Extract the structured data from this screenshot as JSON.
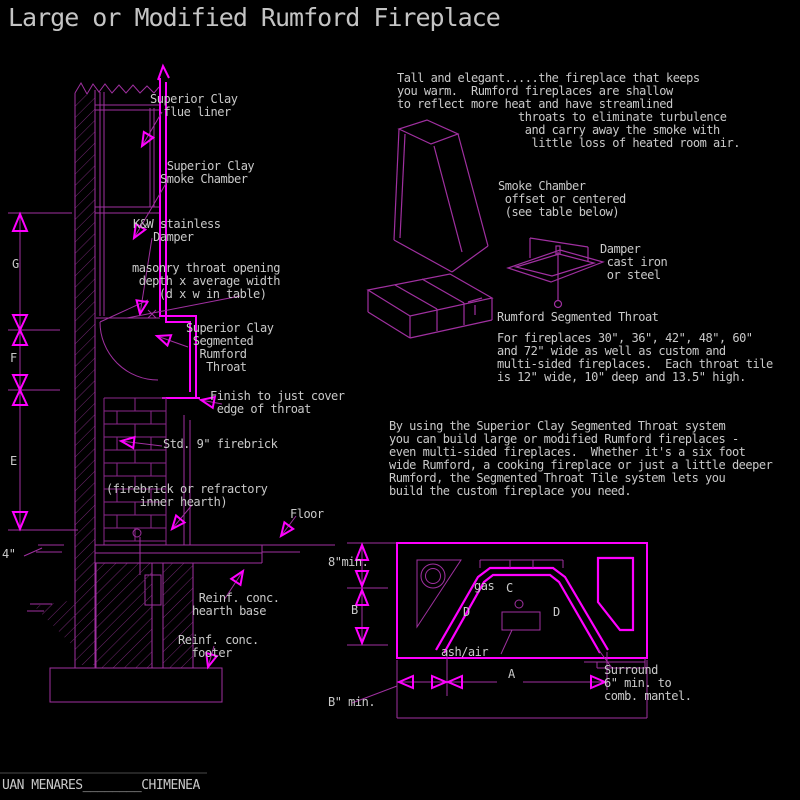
{
  "title": "Large or Modified Rumford Fireplace",
  "footer_text": "UAN MENARES________CHIMENEA",
  "colors": {
    "background": "#000000",
    "line_bright": "#FF00FF",
    "line_dim": "#A030A0",
    "hatch": "#702670",
    "text": "#C9C9C9"
  },
  "intro_paragraph": "Tall and elegant.....the fireplace that keeps\nyou warm.  Rumford fireplaces are shallow\nto reflect more heat and have streamlined\n                  throats to eliminate turbulence\n                   and carry away the smoke with\n                    little loss of heated room air.",
  "smoke_chamber_note": "Smoke Chamber\n offset or centered\n (see table below)",
  "damper_note": "Damper\n cast iron\n or steel",
  "throat_heading": "Rumford Segmented Throat",
  "throat_body": "For fireplaces 30\", 36\", 42\", 48\", 60\"\nand 72\" wide as well as custom and\nmulti-sided fireplaces.  Each throat tile\nis 12\" wide, 10\" deep and 13.5\" high.",
  "main_paragraph": "By using the Superior Clay Segmented Throat system\nyou can build large or modified Rumford fireplaces -\neven multi-sided fireplaces.  Whether it's a six foot\nwide Rumford, a cooking fireplace or just a little deeper\nRumford, the Segmented Throat Tile system lets you\nbuild the custom fireplace you need.",
  "section_labels": {
    "flue_liner": "Superior Clay\n  flue liner",
    "smoke_chamber": " Superior Clay\nSmoke Chamber",
    "damper": "K&W stainless\n   Damper",
    "masonry_throat": "masonry throat opening\n depth x average width\n    (d x w in table)",
    "segmented_throat": "Superior Clay\n Segmented\n  Rumford\n   Throat",
    "finish": "Finish to just cover\n edge of throat",
    "firebrick": "Std. 9\" firebrick",
    "inner_hearth": "(firebrick or refractory\n     inner hearth)",
    "floor": "Floor",
    "hearth_base": " Reinf. conc.\nhearth base",
    "footer_label": "Reinf. conc.\n  footer"
  },
  "section_dims": {
    "g": "G",
    "f": "F",
    "e": "E",
    "four_in": "4\""
  },
  "plan_labels": {
    "eight_min": "8\"min.",
    "b_side": "B",
    "gas": "gas",
    "c": "C",
    "d_left": "D",
    "d_right": "D",
    "ash_air": "ash/air",
    "a": "A",
    "b_min": "B\" min.",
    "surround": "Surround\n6\" min. to\ncomb. mantel."
  }
}
